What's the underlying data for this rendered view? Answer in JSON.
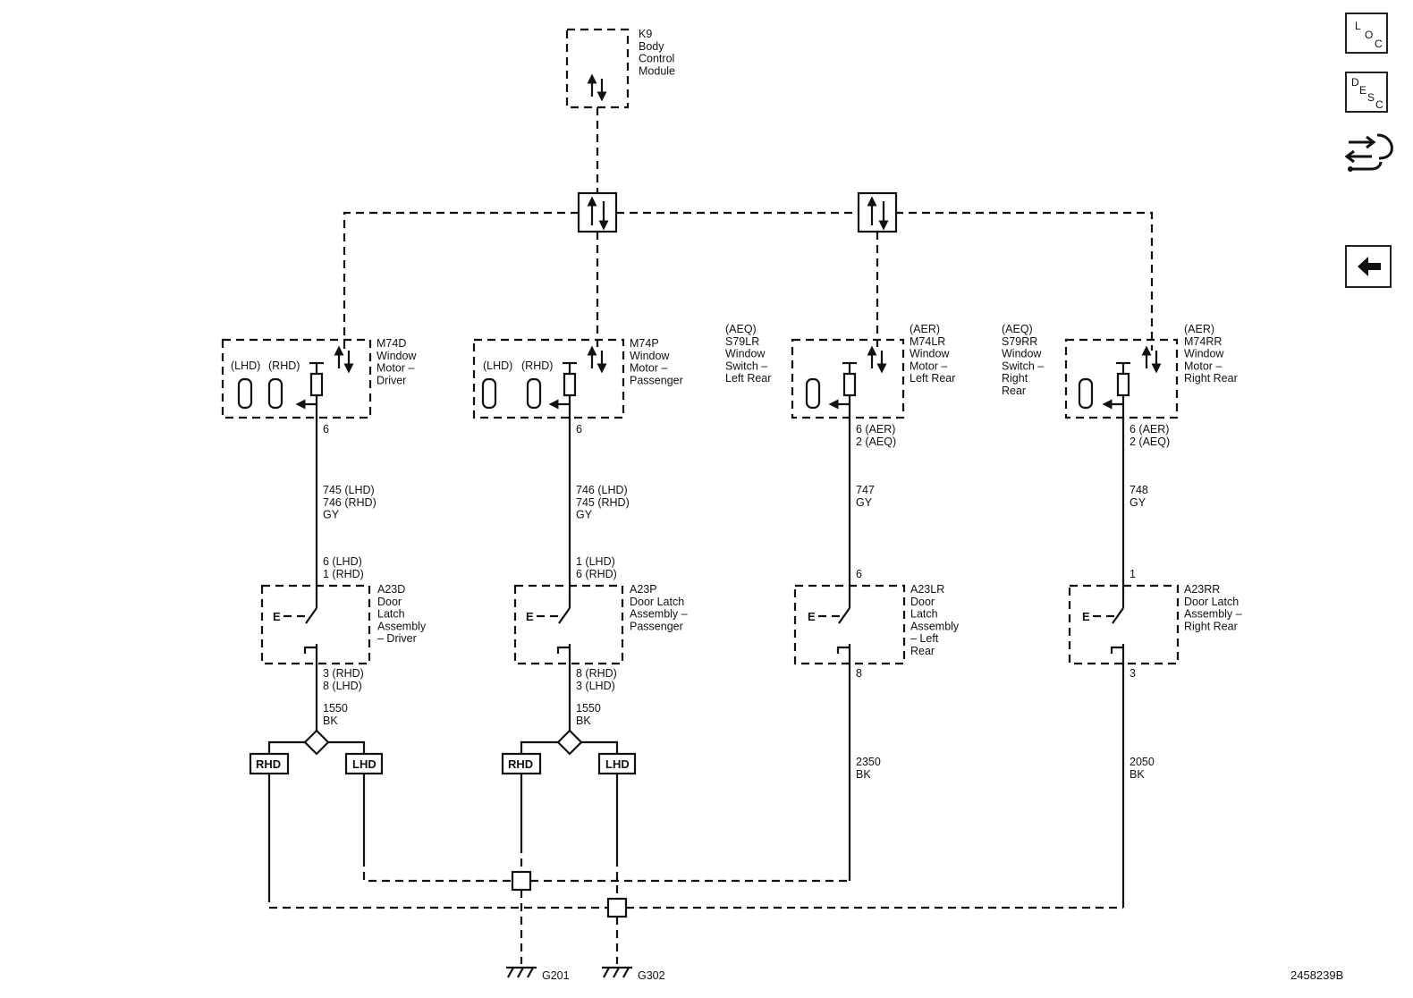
{
  "components": {
    "k9": "K9\nBody\nControl\nModule",
    "m74d": "M74D\nWindow\nMotor –\nDriver",
    "m74p": "M74P\nWindow\nMotor –\nPassenger",
    "s79lr": "(AEQ)\nS79LR\nWindow\nSwitch –\nLeft Rear",
    "m74lr": "(AER)\nM74LR\nWindow\nMotor –\nLeft Rear",
    "s79rr": "(AEQ)\nS79RR\nWindow\nSwitch –\nRight\nRear",
    "m74rr": "(AER)\nM74RR\nWindow\nMotor –\nRight Rear",
    "a23d": "A23D\nDoor\nLatch\nAssembly\n– Driver",
    "a23p": "A23P\nDoor Latch\nAssembly –\nPassenger",
    "a23lr": "A23LR\nDoor\nLatch\nAssembly\n– Left\nRear",
    "a23rr": "A23RR\nDoor Latch\nAssembly –\nRight Rear"
  },
  "motor_tags": {
    "lhd": "(LHD)",
    "rhd": "(RHD)"
  },
  "pins": {
    "d_motor": "6",
    "p_motor": "6",
    "lr_motor": "6 (AER)\n2 (AEQ)",
    "rr_motor": "6 (AER)\n2 (AEQ)",
    "d_latch_top": "6 (LHD)\n1 (RHD)",
    "p_latch_top": "1 (LHD)\n6 (RHD)",
    "lr_latch_top": "6",
    "rr_latch_top": "1",
    "d_latch_bot": "3 (RHD)\n8 (LHD)",
    "p_latch_bot": "8 (RHD)\n3 (LHD)",
    "lr_latch_bot": "8",
    "rr_latch_bot": "3"
  },
  "wires": {
    "d_signal": "745 (LHD)\n746 (RHD)\nGY",
    "p_signal": "746 (LHD)\n745 (RHD)\nGY",
    "lr_signal": "747\nGY",
    "rr_signal": "748\nGY",
    "d_ground": "1550\nBK",
    "p_ground": "1550\nBK",
    "lr_ground": "2350\nBK",
    "rr_ground": "2050\nBK"
  },
  "option_boxes": {
    "rhd": "RHD",
    "lhd": "LHD"
  },
  "grounds": {
    "g201": "G201",
    "g302": "G302"
  },
  "figure_id": "2458239B",
  "sidebar": {
    "loc": {
      "a": "L",
      "b": "O",
      "c": "C"
    },
    "desc": {
      "a": "D",
      "b": "E",
      "c": "S",
      "d": "C"
    }
  }
}
